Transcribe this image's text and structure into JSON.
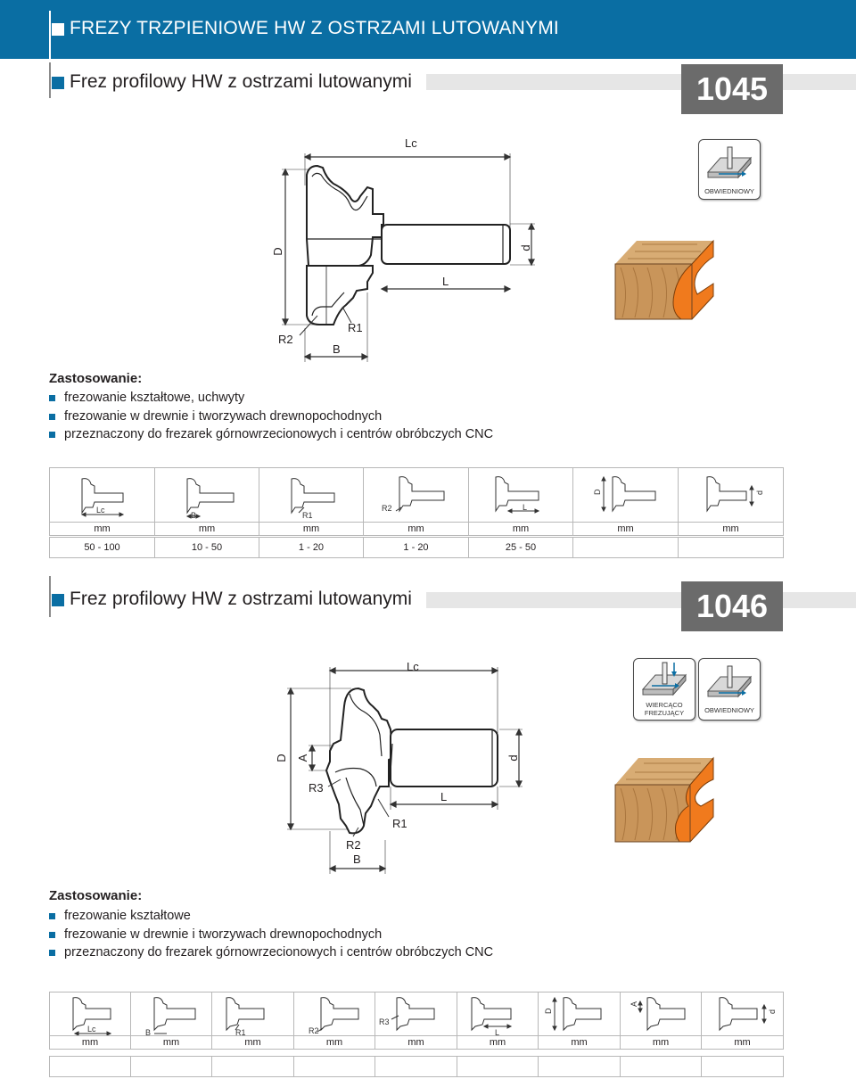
{
  "header": {
    "title": "FREZY TRZPIENIOWE HW Z OSTRZAMI  LUTOWANYMI"
  },
  "sections": [
    {
      "title": "Frez profilowy HW z ostrzami lutowanymi",
      "code": "1045",
      "badges": [
        {
          "label": "OBWIEDNIOWY",
          "icon": "contour-milling-icon"
        }
      ],
      "dim_labels": {
        "Lc": "Lc",
        "D": "D",
        "d": "d",
        "L": "L",
        "R1": "R1",
        "R2": "R2",
        "B": "B"
      },
      "usage_heading": "Zastosowanie:",
      "usage": [
        "frezowanie kształtowe, uchwyty",
        "frezowanie w drewnie i tworzywach drewnopochodnych",
        "przeznaczony do frezarek górnowrzecionowych i centrów obróbczych CNC"
      ],
      "table": {
        "columns": [
          "Lc",
          "B",
          "R1",
          "R2",
          "L",
          "D",
          "d"
        ],
        "units": [
          "mm",
          "mm",
          "mm",
          "mm",
          "mm",
          "mm",
          "mm"
        ],
        "rows": [
          [
            "50 - 100",
            "10 - 50",
            "1 - 20",
            "1 - 20",
            "25 - 50",
            "",
            ""
          ]
        ]
      }
    },
    {
      "title": "Frez profilowy HW z ostrzami lutowanymi",
      "code": "1046",
      "badges": [
        {
          "label_line1": "WIERCĄCO",
          "label_line2": "FREZUJĄCY",
          "icon": "plunge-milling-icon"
        },
        {
          "label": "OBWIEDNIOWY",
          "icon": "contour-milling-icon"
        }
      ],
      "dim_labels": {
        "Lc": "Lc",
        "D": "D",
        "A": "A",
        "d": "d",
        "L": "L",
        "R1": "R1",
        "R2": "R2",
        "R3": "R3",
        "B": "B"
      },
      "usage_heading": "Zastosowanie:",
      "usage": [
        "frezowanie kształtowe",
        "frezowanie w drewnie i tworzywach drewnopochodnych",
        "przeznaczony do frezarek górnowrzecionowych i centrów obróbczych CNC"
      ],
      "table": {
        "columns": [
          "Lc",
          "B",
          "R1",
          "R2",
          "R3",
          "L",
          "D",
          "A",
          "d"
        ],
        "units": [
          "mm",
          "mm",
          "mm",
          "mm",
          "mm",
          "mm",
          "mm",
          "mm",
          "mm"
        ],
        "rows": [
          [
            "",
            "",
            "",
            "",
            "",
            "",
            "",
            "",
            ""
          ]
        ]
      }
    }
  ],
  "colors": {
    "brand_blue": "#0a6ea3",
    "code_box": "#6b6b6b",
    "profile_orange": "#f07a1d",
    "wood": "#c9955a"
  }
}
